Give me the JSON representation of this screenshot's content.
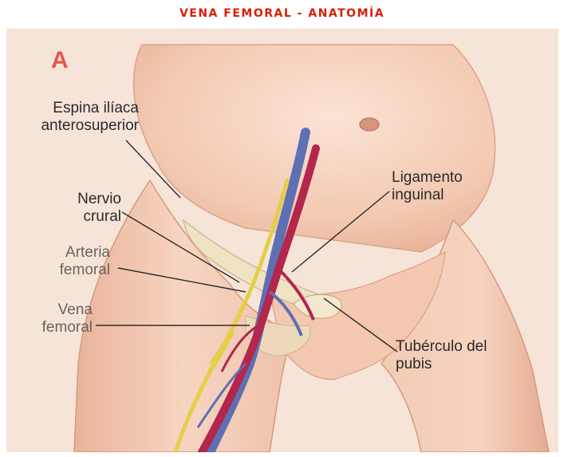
{
  "title": "VENA FEMORAL - ANATOMÍA",
  "panel_letter": "A",
  "labels": {
    "espina": [
      "Espina ilíaca",
      "anterosuperior"
    ],
    "nervio": [
      "Nervio",
      "crural"
    ],
    "arteria": [
      "Arteria",
      "femoral"
    ],
    "vena": [
      "Vena",
      "femoral"
    ],
    "ligamento": [
      "Ligamento",
      "inguinal"
    ],
    "tuberculo": [
      "Tubérculo del",
      "pubis"
    ]
  },
  "colors": {
    "title": "#d81e05",
    "skin": "#f4cdb8",
    "artery": "#b5254a",
    "vein": "#5a6fb0",
    "nerve": "#e6d24a",
    "ligament": "#efe3c6"
  }
}
